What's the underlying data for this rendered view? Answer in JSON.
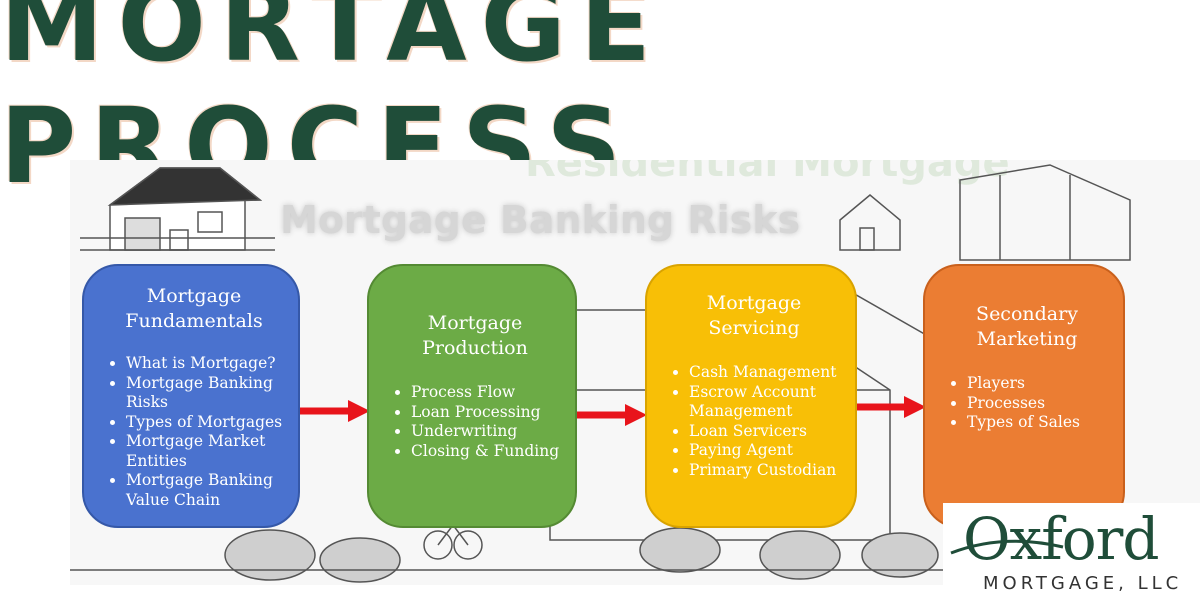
{
  "title": "MORTAGE PROCESS",
  "background_text": {
    "risks": "Mortgage Banking Risks",
    "faded": "Residential Mortgage"
  },
  "stages": [
    {
      "heading": "Mortgage Fundamentals",
      "color": "#4a72cf",
      "items": [
        "What is Mortgage?",
        "Mortgage Banking Risks",
        "Types of Mortgages",
        "Mortgage Market Entities",
        "Mortgage Banking Value Chain"
      ]
    },
    {
      "heading": "Mortgage Production",
      "color": "#6cab46",
      "items": [
        "Process Flow",
        "Loan Processing",
        "Underwriting",
        "Closing & Funding"
      ]
    },
    {
      "heading": "Mortgage Servicing",
      "color": "#f8bf06",
      "items": [
        "Cash Management",
        "Escrow Account Management",
        "Loan Servicers",
        "Paying Agent",
        "Primary Custodian"
      ]
    },
    {
      "heading": "Secondary Marketing",
      "color": "#eb7d33",
      "items": [
        "Players",
        "Processes",
        "Types of Sales"
      ]
    }
  ],
  "arrow_color": "#e8141b",
  "logo": {
    "name": "Oxford",
    "subtitle": "MORTGAGE, LLC",
    "color": "#1f4d39"
  }
}
